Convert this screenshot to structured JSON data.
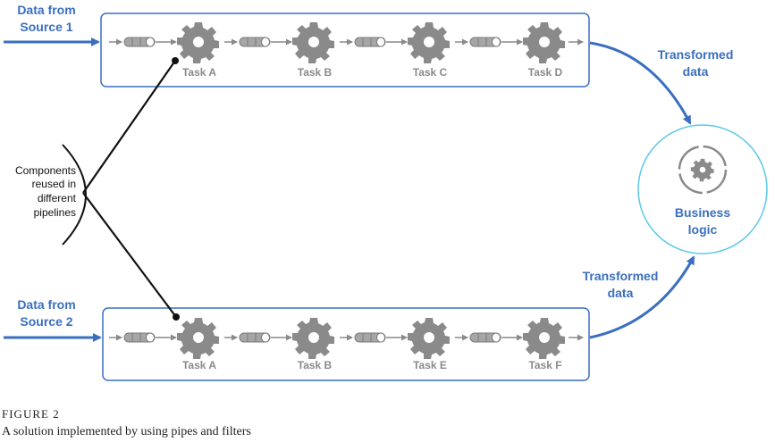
{
  "pipeline1": {
    "source_line1": "Data from",
    "source_line2": "Source 1",
    "tasks": [
      "Task A",
      "Task B",
      "Task C",
      "Task D"
    ],
    "output_line1": "Transformed",
    "output_line2": "data"
  },
  "pipeline2": {
    "source_line1": "Data from",
    "source_line2": "Source 2",
    "tasks": [
      "Task A",
      "Task B",
      "Task E",
      "Task F"
    ],
    "output_line1": "Transformed",
    "output_line2": "data"
  },
  "components_note": [
    "Components",
    "reused in",
    "different",
    "pipelines"
  ],
  "business_logic": {
    "line1": "Business",
    "line2": "logic"
  },
  "figure": {
    "number": "FIGURE 2",
    "caption": "A solution implemented by using pipes and filters"
  },
  "colors": {
    "accent": "#3a6fc0",
    "frame": "#3a6fc0",
    "gear": "#8a8a8a",
    "pipe": "#9a9a9a",
    "circle": "#5cc8e8"
  }
}
